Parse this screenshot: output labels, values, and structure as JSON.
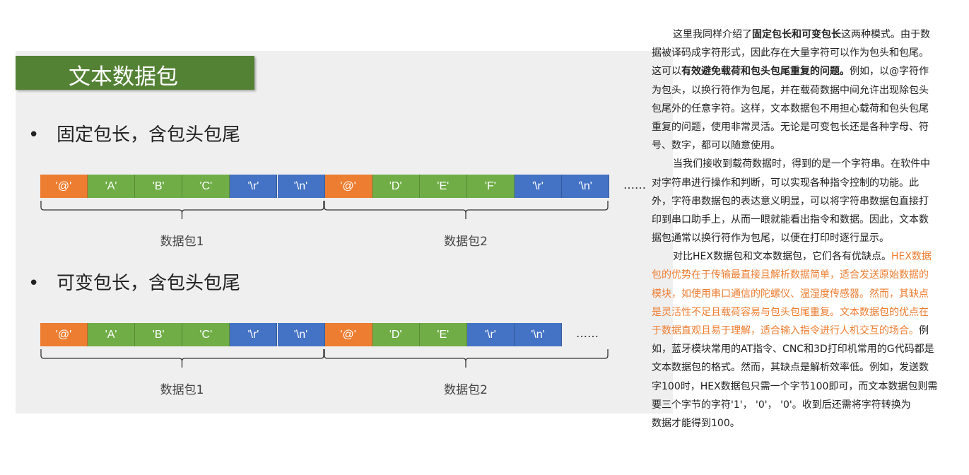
{
  "slide": {
    "title": "文本数据包",
    "sections": [
      {
        "bullet": "固定包长，含包头包尾",
        "cells": [
          {
            "t": "'@'",
            "c": "o"
          },
          {
            "t": "'A'",
            "c": "g"
          },
          {
            "t": "'B'",
            "c": "g"
          },
          {
            "t": "'C'",
            "c": "g"
          },
          {
            "t": "'\\r'",
            "c": "b"
          },
          {
            "t": "'\\n'",
            "c": "b"
          },
          {
            "t": "'@'",
            "c": "o"
          },
          {
            "t": "'D'",
            "c": "g"
          },
          {
            "t": "'E'",
            "c": "g"
          },
          {
            "t": "'F'",
            "c": "g"
          },
          {
            "t": "'\\r'",
            "c": "b"
          },
          {
            "t": "'\\n'",
            "c": "b"
          }
        ],
        "ellipsis": "……",
        "packets": [
          "数据包1",
          "数据包2"
        ]
      },
      {
        "bullet": "可变包长，含包头包尾",
        "cells": [
          {
            "t": "'@'",
            "c": "o"
          },
          {
            "t": "'A'",
            "c": "g"
          },
          {
            "t": "'B'",
            "c": "g"
          },
          {
            "t": "'C'",
            "c": "g"
          },
          {
            "t": "'\\r'",
            "c": "b"
          },
          {
            "t": "'\\n'",
            "c": "b"
          },
          {
            "t": "'@'",
            "c": "o"
          },
          {
            "t": "'D'",
            "c": "g"
          },
          {
            "t": "'E'",
            "c": "g"
          },
          {
            "t": "'\\r'",
            "c": "b"
          },
          {
            "t": "'\\n'",
            "c": "b"
          }
        ],
        "ellipsis": "……",
        "packets": [
          "数据包1",
          "数据包2"
        ]
      }
    ],
    "colors": {
      "header": "#ed7d31",
      "payload": "#70ad47",
      "tail": "#4472c4",
      "title_bar": "#548235"
    }
  },
  "article": {
    "lines": [
      {
        "indent": true,
        "segs": [
          [
            "这里我同样介绍了",
            ""
          ],
          [
            "固定包长和可变包长",
            "bold"
          ],
          [
            "这两种模式。由于数",
            ""
          ]
        ]
      },
      {
        "segs": [
          [
            "据被译码成字符形式，因此存在大量字符可以作为包头和包尾。",
            ""
          ]
        ]
      },
      {
        "segs": [
          [
            "这可以",
            ""
          ],
          [
            "有效避免载荷和包头包尾重复的问题。",
            "bold"
          ],
          [
            "例如，以@字符作",
            ""
          ]
        ]
      },
      {
        "segs": [
          [
            "为包头，以换行符作为包尾，并在载荷数据中间允许出现除包头",
            ""
          ]
        ]
      },
      {
        "segs": [
          [
            "包尾外的任意字符。这样，文本数据包不用担心载荷和包头包尾",
            ""
          ]
        ]
      },
      {
        "segs": [
          [
            "重复的问题，使用非常灵活。无论是可变包长还是各种字母、符",
            ""
          ]
        ]
      },
      {
        "segs": [
          [
            "号、数字，都可以随意使用。",
            ""
          ]
        ]
      },
      {
        "indent": true,
        "segs": [
          [
            "当我们接收到载荷数据时，得到的是一个字符串。在软件中",
            ""
          ]
        ]
      },
      {
        "segs": [
          [
            "对字符串进行操作和判断，可以实现各种指令控制的功能。此",
            ""
          ]
        ]
      },
      {
        "segs": [
          [
            "外，字符串数据包的表达意义明显，可以将字符串数据包直接打",
            ""
          ]
        ]
      },
      {
        "segs": [
          [
            "印到串口助手上，从而一眼就能看出指令和数据。因此，文本数",
            ""
          ]
        ]
      },
      {
        "segs": [
          [
            "据包通常以换行符作为包尾，以便在打印时逐行显示。",
            ""
          ]
        ]
      },
      {
        "indent": true,
        "segs": [
          [
            "对比HEX数据包和文本数据包，它们各有优缺点。",
            ""
          ],
          [
            "HEX数据",
            "orange"
          ]
        ]
      },
      {
        "segs": [
          [
            "包的优势在于传输最直接且解析数据简单，适合发送原始数据的",
            "orange"
          ]
        ]
      },
      {
        "segs": [
          [
            "模块，如使用串口通信的陀螺仪、温湿度传感器。然而，其缺点",
            "orange"
          ]
        ]
      },
      {
        "segs": [
          [
            "是灵活性不足且载荷容易与包头包尾重复。文本数据包的优点在",
            "orange"
          ]
        ]
      },
      {
        "segs": [
          [
            "于数据直观且易于理解，适合输入指令进行人机交互的场合。",
            "orange"
          ],
          [
            "例",
            ""
          ]
        ]
      },
      {
        "segs": [
          [
            "如，蓝牙模块常用的AT指令、CNC和3D打印机常用的G代码都是",
            ""
          ]
        ]
      },
      {
        "segs": [
          [
            "文本数据包的格式。然而，其缺点是解析效率低。例如，发送数",
            ""
          ]
        ]
      },
      {
        "segs": [
          [
            "字100时，HEX数据包只需一个字节100即可，而文本数据包则需",
            ""
          ]
        ]
      },
      {
        "segs": [
          [
            "要三个字节的字符'1'，  '0'，  '0'。收到后还需将字符转换为",
            ""
          ]
        ]
      },
      {
        "segs": [
          [
            "数据才能得到100。",
            ""
          ]
        ]
      }
    ]
  }
}
